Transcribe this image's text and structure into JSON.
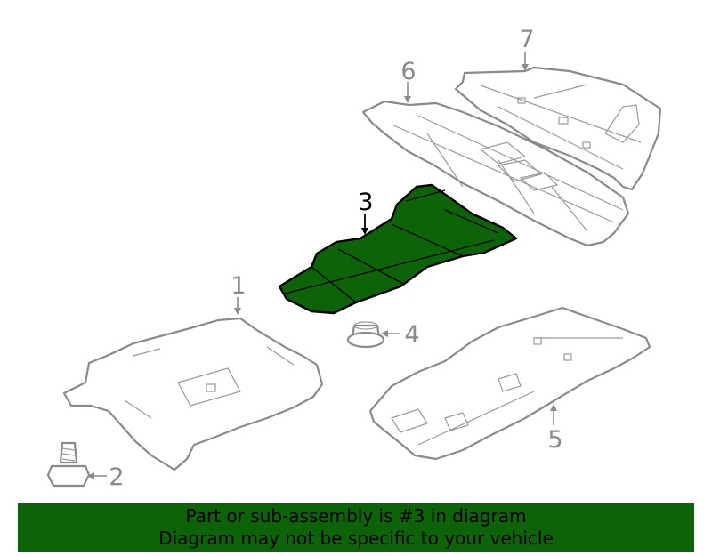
{
  "diagram": {
    "callouts": {
      "p1": "1",
      "p2": "2",
      "p3": "3",
      "p4": "4",
      "p5": "5",
      "p6": "6",
      "p7": "7"
    },
    "colors": {
      "highlight": "#0d6408",
      "line": "#8a8a8a",
      "highlight_text": "#000000"
    }
  },
  "banner": {
    "line1": "Part or sub-assembly is #3 in diagram",
    "line2": "Diagram may not be specific to your vehicle"
  }
}
